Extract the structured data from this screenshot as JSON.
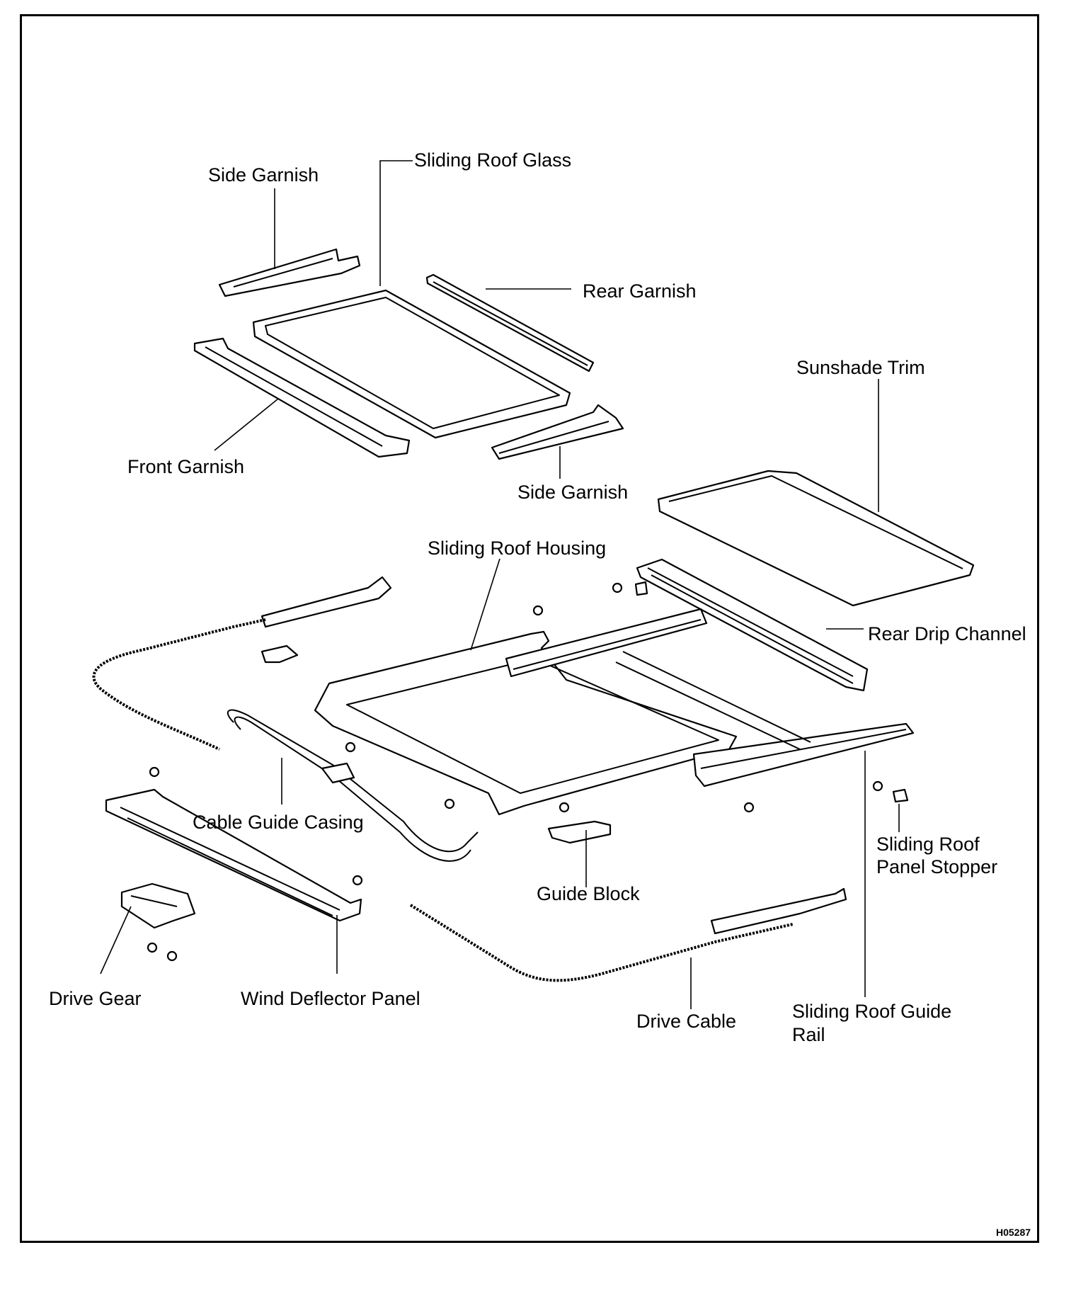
{
  "labels": {
    "side_garnish_left": "Side Garnish",
    "sliding_roof_glass": "Sliding Roof Glass",
    "rear_garnish": "Rear Garnish",
    "sunshade_trim": "Sunshade Trim",
    "front_garnish": "Front Garnish",
    "side_garnish_right": "Side Garnish",
    "sliding_roof_housing": "Sliding Roof Housing",
    "rear_drip_channel": "Rear Drip Channel",
    "cable_guide_casing": "Cable Guide Casing",
    "sliding_roof_panel_stopper_1": "Sliding Roof",
    "sliding_roof_panel_stopper_2": "Panel Stopper",
    "guide_block": "Guide Block",
    "drive_gear": "Drive Gear",
    "wind_deflector_panel": "Wind Deflector Panel",
    "drive_cable": "Drive Cable",
    "sliding_roof_guide_rail_1": "Sliding Roof Guide",
    "sliding_roof_guide_rail_2": "Rail"
  },
  "figure_code": "H05287"
}
